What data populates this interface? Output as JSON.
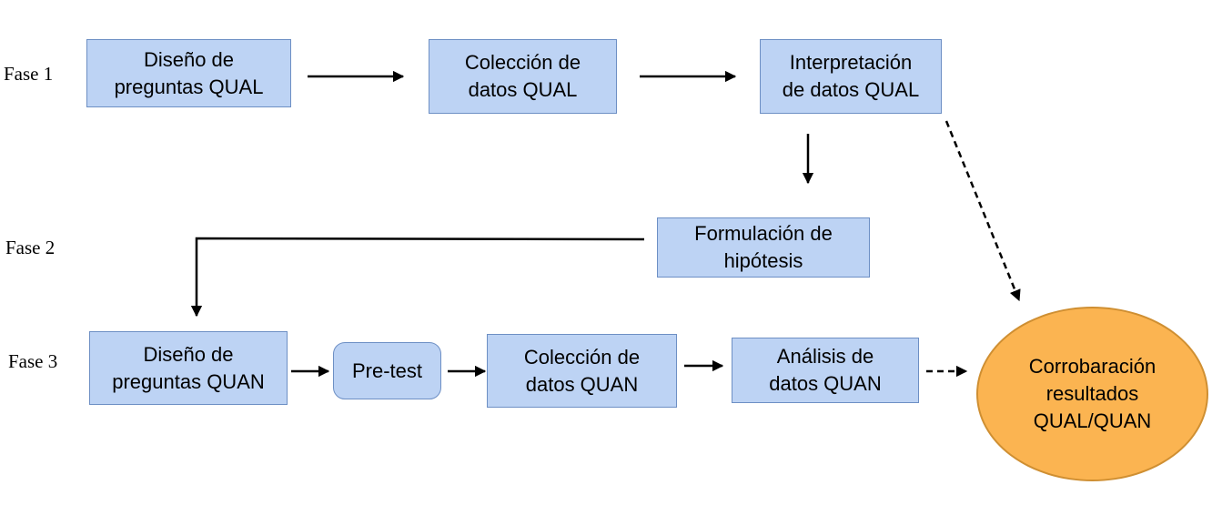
{
  "phases": {
    "fase1": "Fase 1",
    "fase2": "Fase 2",
    "fase3": "Fase 3"
  },
  "qual": {
    "design": {
      "line1": "Diseño de",
      "line2": "preguntas QUAL"
    },
    "collection": {
      "line1": "Colección de",
      "line2": "datos QUAL"
    },
    "interpretation": {
      "line1": "Interpretación",
      "line2": "de datos QUAL"
    }
  },
  "hypothesis": {
    "line1": "Formulación de",
    "line2": "hipótesis"
  },
  "quan": {
    "design": {
      "line1": "Diseño de",
      "line2": "preguntas QUAN"
    },
    "pretest": "Pre-test",
    "collection": {
      "line1": "Colección de",
      "line2": "datos QUAN"
    },
    "analysis": {
      "line1": "Análisis de",
      "line2": "datos QUAN"
    }
  },
  "corroboration": {
    "text": "Corrobaración resultados QUAL/QUAN"
  },
  "colors": {
    "box_fill": "#bdd3f4",
    "box_border": "#6d8fc4",
    "ellipse_fill": "#fbb451",
    "ellipse_border": "#cf8f32",
    "connector": "#000000"
  }
}
